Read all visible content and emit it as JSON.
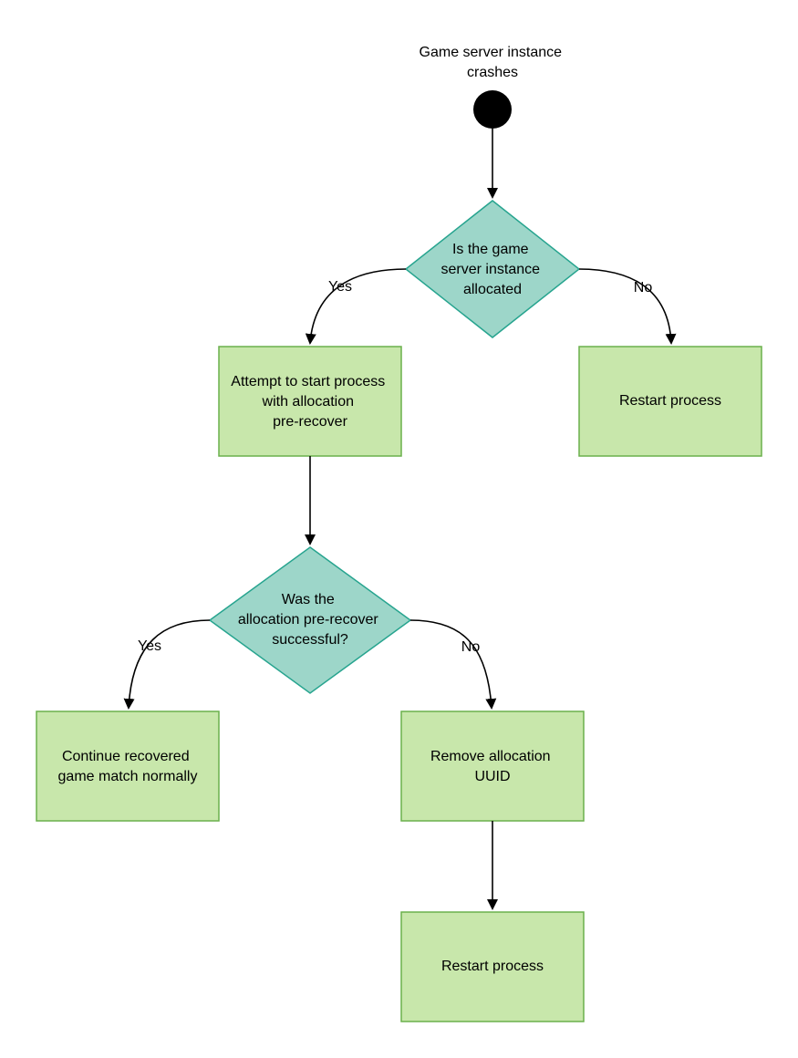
{
  "colors": {
    "decision_fill": "#9dd6c9",
    "decision_stroke": "#27a48f",
    "process_fill": "#c8e7ab",
    "process_stroke": "#6ab04c",
    "start_fill": "#000000",
    "line": "#000000"
  },
  "start": {
    "label_lines": [
      "Game server instance",
      "crashes"
    ]
  },
  "decision_allocated": {
    "lines": [
      "Is the game",
      "server instance",
      "allocated"
    ]
  },
  "process_prerecover": {
    "lines": [
      "Attempt to start process",
      "with allocation",
      "pre-recover"
    ]
  },
  "process_restart_top": {
    "lines": [
      "Restart process"
    ]
  },
  "decision_success": {
    "lines": [
      "Was the",
      "allocation pre-recover",
      "successful?"
    ]
  },
  "process_continue": {
    "lines": [
      "Continue recovered",
      "game match normally"
    ]
  },
  "process_remove_uuid": {
    "lines": [
      "Remove allocation",
      "UUID"
    ]
  },
  "process_restart_bottom": {
    "lines": [
      "Restart process"
    ]
  },
  "edges": {
    "allocated_yes": "Yes",
    "allocated_no": "No",
    "success_yes": "Yes",
    "success_no": "No"
  }
}
